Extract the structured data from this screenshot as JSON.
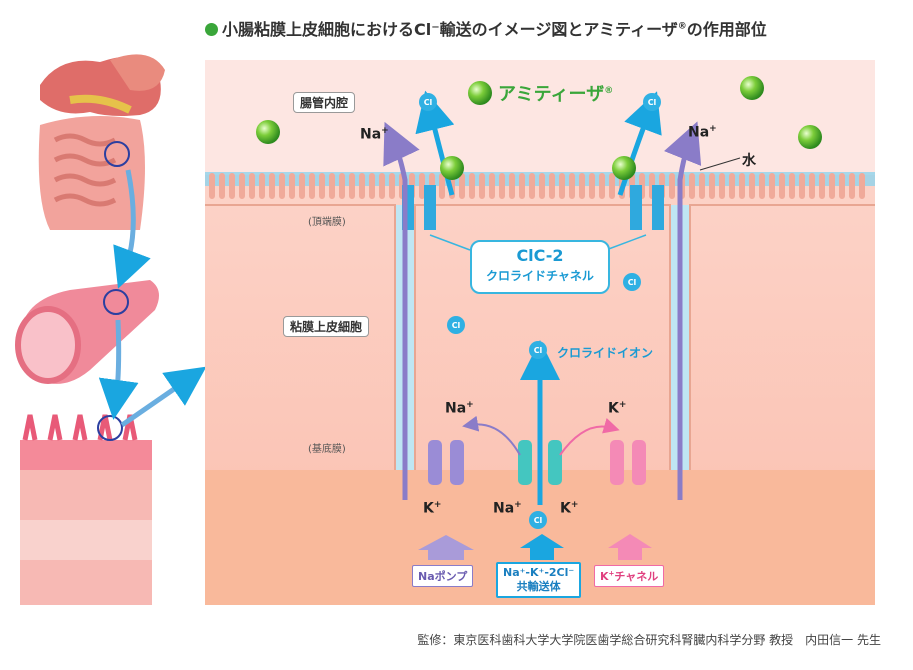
{
  "title": {
    "text": "小腸粘膜上皮細胞におけるCl⁻輸送のイメージ図とアミティーザ",
    "reg": "®",
    "tail": "の作用部位"
  },
  "labels": {
    "lumen": "腸管内腔",
    "apical": "(頂端膜)",
    "epithelial": "粘膜上皮細胞",
    "basal": "(基底膜)",
    "water": "水"
  },
  "amitiza": {
    "name": "アミティーザ",
    "reg": "®"
  },
  "clc2": {
    "name": "ClC-2",
    "desc": "クロライドチャネル"
  },
  "chloride_ion": {
    "symbol": "Cl",
    "charge": "−",
    "label": "クロライドイオン"
  },
  "ions": {
    "na": "Na",
    "k": "K",
    "plus": "+"
  },
  "transporters": {
    "na_pump": "Naポンプ",
    "nkcc_line1": "Na⁺-K⁺-2Cl⁻",
    "nkcc_line2": "共輸送体",
    "k_channel_k": "K",
    "k_channel_plus": "+",
    "k_channel_text": "チャネル"
  },
  "credit": "監修：東京医科歯科大学大学院医歯学総合研究科腎臓内科学分野 教授　内田信一 先生",
  "colors": {
    "accent_green": "#3aa63a",
    "accent_blue": "#1a9ad3",
    "pump_purple": "#8a7cc8",
    "kchannel_pink": "#f06aa6",
    "nkcc_teal": "#44c6c0"
  }
}
